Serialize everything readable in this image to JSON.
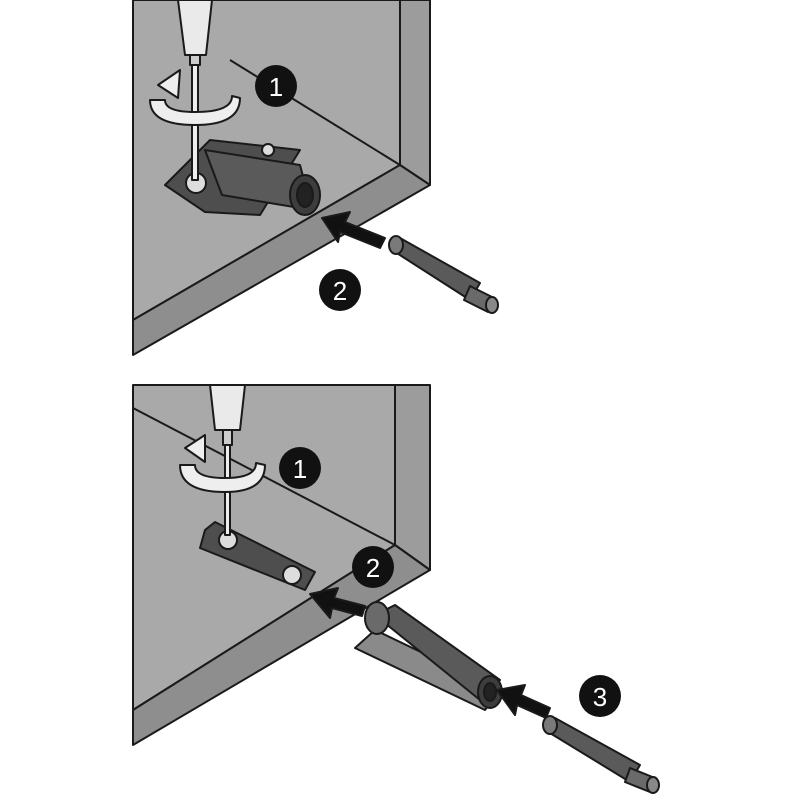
{
  "colors": {
    "panel": "#a9a9a9",
    "panel_dark": "#8e8e8e",
    "line": "#1a1a1a",
    "part": "#5a5a5a",
    "badge": "#111111"
  },
  "top_panel": {
    "steps": [
      {
        "label": "1"
      },
      {
        "label": "2"
      }
    ]
  },
  "bottom_panel": {
    "steps": [
      {
        "label": "1"
      },
      {
        "label": "2"
      },
      {
        "label": "3"
      }
    ]
  }
}
